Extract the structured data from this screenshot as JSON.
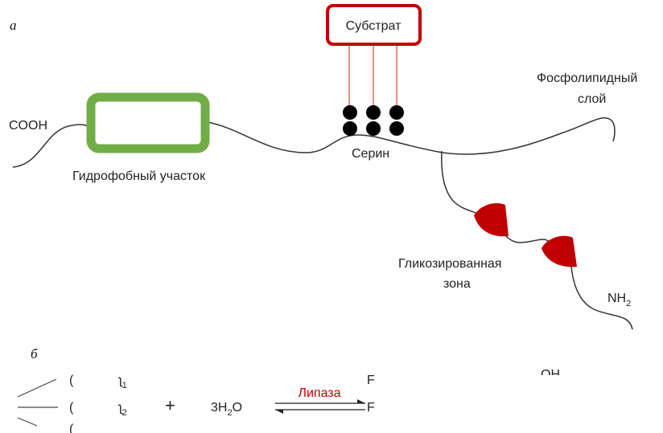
{
  "panel_a": {
    "label": "а",
    "substrate": "Субстрат",
    "cooh": "COOH",
    "hydrophobic": "Гидрофобный участок",
    "serine": "Серин",
    "phospholipid_1": "Фосфолипидный",
    "phospholipid_2": "слой",
    "glyco_1": "Гликозированная",
    "glyco_2": "зона",
    "nh2_main": "NH",
    "nh2_sub": "2"
  },
  "panel_b": {
    "label": "б",
    "r1_pre": "(",
    "r1_mid": "ʅ",
    "r1_sub": "1",
    "r2_pre": "(",
    "r2_mid": "ʅ",
    "r2_sub": "2",
    "r3_pre": "(",
    "plus": "+",
    "water_pre": "3H",
    "water_sub": "2",
    "water_post": "O",
    "enzyme": "Липаза",
    "right_top": "OH",
    "right_1": "F",
    "right_2": "F"
  },
  "colors": {
    "hydrophobic_border": "#70ad47",
    "substrate_border": "#c00000",
    "glyco_fill": "#c00000",
    "enzyme_text": "#c00000"
  }
}
